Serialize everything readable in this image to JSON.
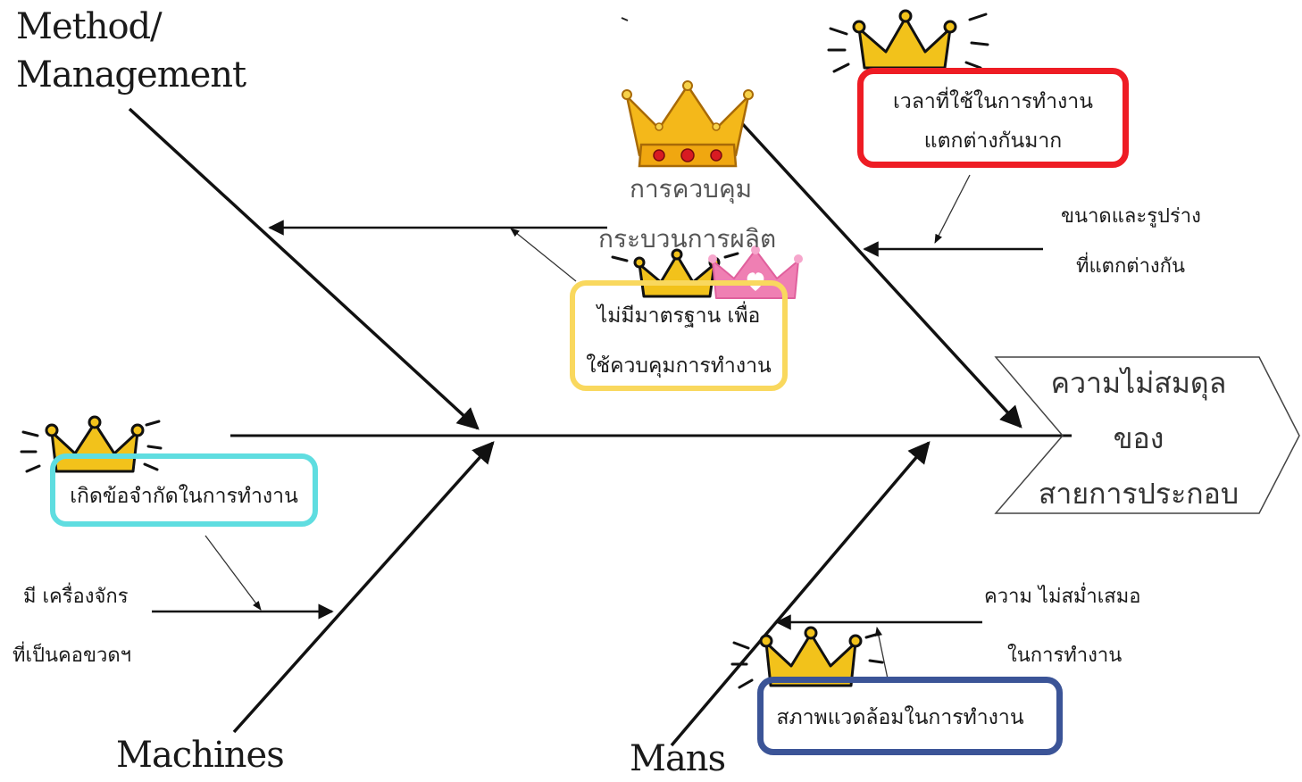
{
  "categories": {
    "method_line1": "Method/",
    "method_line2": "Management",
    "machines": "Machines",
    "mans": "Mans"
  },
  "effect": {
    "line1": "ความไม่สมดุล",
    "line2": "ของ",
    "line3": "สายการประกอบ"
  },
  "causes": {
    "process_control_1": "การควบคุม",
    "process_control_2": "กระบวนการผลิต",
    "no_standard_1": "ไม่มีมาตรฐาน เพื่อ",
    "no_standard_2": "ใช้ควบคุมการทำงาน",
    "time_used_1": "เวลาที่ใช้ในการทำงาน",
    "time_used_2": "แตกต่างกันมาก",
    "size_shape_1": "ขนาดและรูปร่าง",
    "size_shape_2": "ที่แตกต่างกัน",
    "work_limit": "เกิดข้อจำกัดในการทำงาน",
    "bottleneck_1": "มี เครื่องจักร",
    "bottleneck_2": "ที่เป็นคอขวดฯ",
    "inconsistency_1": "ความ ไม่สม่ำเสมอ",
    "inconsistency_2": "ในการทำงาน",
    "environment": "สภาพแวดล้อมในการทำงาน"
  },
  "colors": {
    "red_box": "#ee1c24",
    "yellow_box": "#f9d85e",
    "cyan_box": "#5fdde0",
    "navy_box": "#3b5497",
    "crown_gold": "#f2c21b",
    "crown_pink": "#ef7fb3",
    "line": "#111111"
  },
  "icons": [
    "crown-icon",
    "royal-crown-icon",
    "pink-crown-icon",
    "arrow-icon"
  ]
}
